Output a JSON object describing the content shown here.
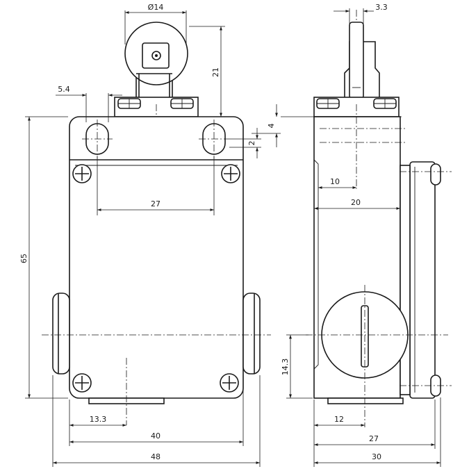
{
  "dimensions": {
    "front": {
      "roller_diameter": "Ø14",
      "actuator_height": "21",
      "slot_offset": "5.4",
      "slot_pitch": "27",
      "body_height": "65",
      "foot_offset": "13.3",
      "mount_pitch": "40",
      "body_width": "48"
    },
    "side": {
      "roller_width": "3.3",
      "slot_height": "4",
      "slot_width": "2",
      "plunger_offset": "10",
      "body_depth": "20",
      "entry_height": "14.3",
      "entry_offset": "12",
      "mount_depth": "27",
      "total_depth": "30"
    }
  }
}
